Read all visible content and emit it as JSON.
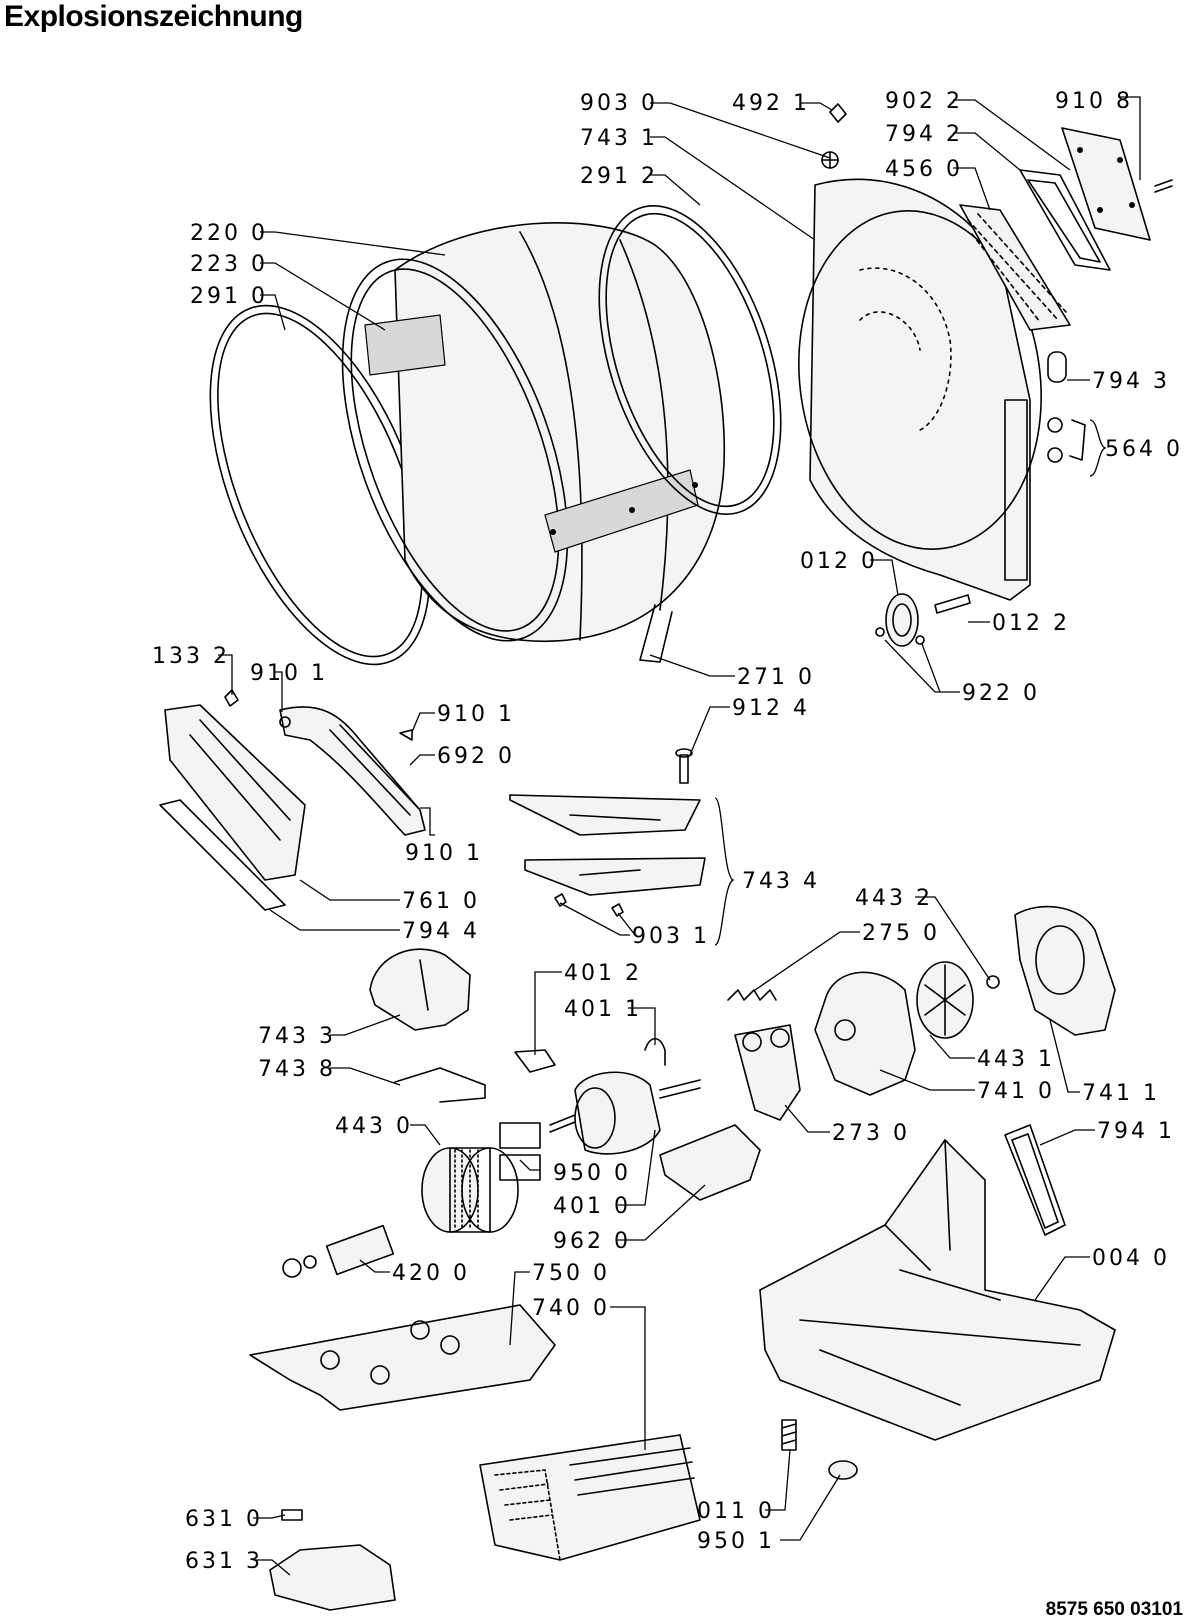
{
  "title": "Explosionszeichnung",
  "doc_number": "8575 650 03101",
  "callouts": [
    {
      "id": "c-903-0a",
      "text": "903 0"
    },
    {
      "id": "c-492-1",
      "text": "492 1"
    },
    {
      "id": "c-743-1",
      "text": "743 1"
    },
    {
      "id": "c-291-2",
      "text": "291 2"
    },
    {
      "id": "c-902-2",
      "text": "902 2"
    },
    {
      "id": "c-910-8",
      "text": "910 8"
    },
    {
      "id": "c-794-2",
      "text": "794 2"
    },
    {
      "id": "c-456-0",
      "text": "456 0"
    },
    {
      "id": "c-220-0",
      "text": "220 0"
    },
    {
      "id": "c-223-0",
      "text": "223 0"
    },
    {
      "id": "c-291-0",
      "text": "291 0"
    },
    {
      "id": "c-794-3",
      "text": "794 3"
    },
    {
      "id": "c-564-0",
      "text": "564 0"
    },
    {
      "id": "c-012-0",
      "text": "012 0"
    },
    {
      "id": "c-012-2",
      "text": "012 2"
    },
    {
      "id": "c-922-0",
      "text": "922 0"
    },
    {
      "id": "c-271-0",
      "text": "271 0"
    },
    {
      "id": "c-133-2",
      "text": "133 2"
    },
    {
      "id": "c-910-1a",
      "text": "910 1"
    },
    {
      "id": "c-910-1b",
      "text": "910 1"
    },
    {
      "id": "c-912-4",
      "text": "912 4"
    },
    {
      "id": "c-692-0",
      "text": "692 0"
    },
    {
      "id": "c-910-1c",
      "text": "910 1"
    },
    {
      "id": "c-743-4",
      "text": "743 4"
    },
    {
      "id": "c-761-0",
      "text": "761 0"
    },
    {
      "id": "c-794-4",
      "text": "794 4"
    },
    {
      "id": "c-903-1",
      "text": "903 1"
    },
    {
      "id": "c-443-2",
      "text": "443 2"
    },
    {
      "id": "c-275-0",
      "text": "275 0"
    },
    {
      "id": "c-401-2",
      "text": "401 2"
    },
    {
      "id": "c-401-1",
      "text": "401 1"
    },
    {
      "id": "c-743-3",
      "text": "743 3"
    },
    {
      "id": "c-743-8",
      "text": "743 8"
    },
    {
      "id": "c-443-1",
      "text": "443 1"
    },
    {
      "id": "c-741-0",
      "text": "741 0"
    },
    {
      "id": "c-741-1",
      "text": "741 1"
    },
    {
      "id": "c-443-0",
      "text": "443 0"
    },
    {
      "id": "c-273-0",
      "text": "273 0"
    },
    {
      "id": "c-794-1",
      "text": "794 1"
    },
    {
      "id": "c-950-0",
      "text": "950 0"
    },
    {
      "id": "c-401-0",
      "text": "401 0"
    },
    {
      "id": "c-962-0",
      "text": "962 0"
    },
    {
      "id": "c-004-0",
      "text": "004 0"
    },
    {
      "id": "c-420-0",
      "text": "420 0"
    },
    {
      "id": "c-750-0",
      "text": "750 0"
    },
    {
      "id": "c-740-0",
      "text": "740 0"
    },
    {
      "id": "c-011-0",
      "text": "011 0"
    },
    {
      "id": "c-950-1",
      "text": "950 1"
    },
    {
      "id": "c-631-0",
      "text": "631 0"
    },
    {
      "id": "c-631-3",
      "text": "631 3"
    }
  ]
}
